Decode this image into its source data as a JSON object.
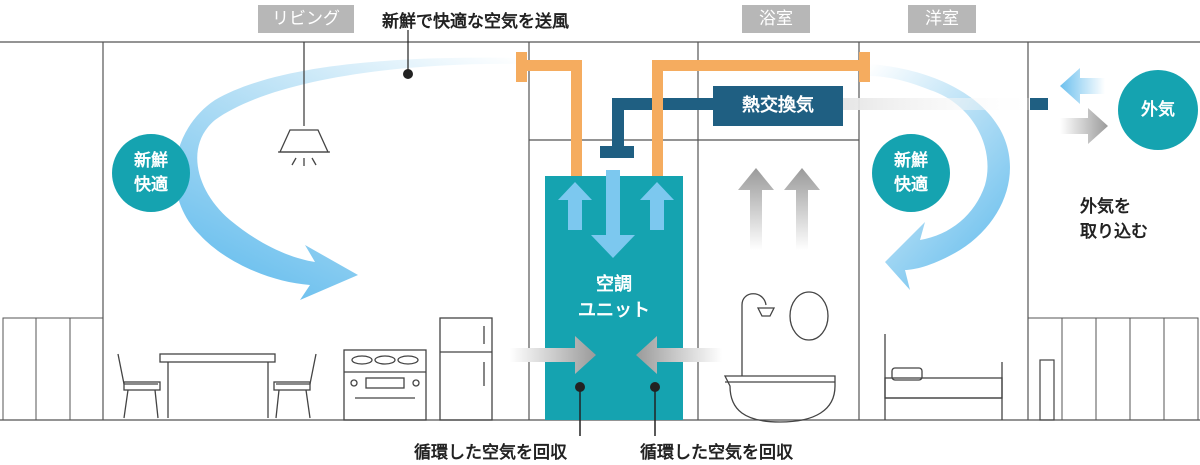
{
  "rooms": {
    "living": "リビング",
    "bath": "浴室",
    "western": "洋室"
  },
  "callouts": {
    "fresh_air": "新鮮で快適な空気を送風",
    "heat_exchange": "熱交換気",
    "outside_air": "外気",
    "take_in": "外気を\n取り込む",
    "recirculate_left": "循環した空気を回収",
    "recirculate_right": "循環した空気を回収"
  },
  "badges": {
    "fresh_left": "新鮮\n快適",
    "fresh_right": "新鮮\n快適"
  },
  "unit": {
    "line1": "空調",
    "line2": "ユニット"
  },
  "colors": {
    "duct_orange": "#f5ac5f",
    "duct_navy": "#1f5f82",
    "unit_teal": "#15a3b0",
    "airflow_blue": "#7cc8ef",
    "room_tag_gray": "#b7b7b7"
  }
}
